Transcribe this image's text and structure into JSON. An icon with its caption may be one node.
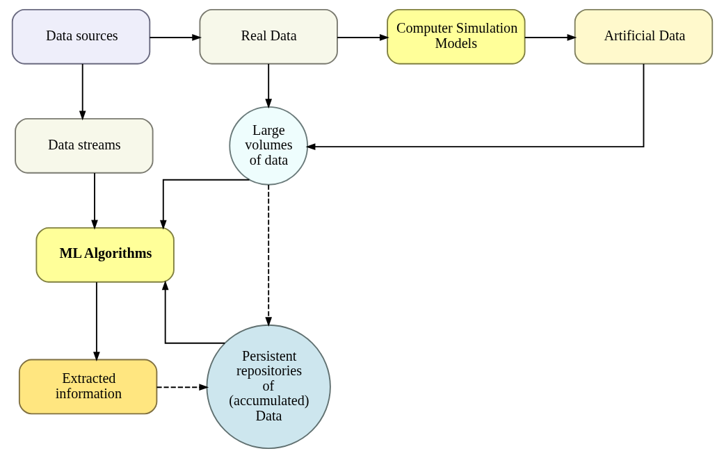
{
  "diagram": {
    "nodes": [
      {
        "text": [
          "Data sources"
        ]
      },
      {
        "text": [
          "Real Data"
        ]
      },
      {
        "text": [
          "Computer Simulation Models"
        ]
      },
      {
        "text": [
          "Artificial Data"
        ]
      },
      {
        "text": [
          "Data streams"
        ]
      },
      {
        "text": [
          "Large volumes of data"
        ]
      },
      {
        "text": [
          "ML Algorithms"
        ]
      },
      {
        "text": [
          "Extracted information"
        ]
      },
      {
        "text": [
          "Persistent repositories of (accumulated) Data"
        ]
      }
    ],
    "edges": [
      {
        "from": 0,
        "to": 1,
        "arrow": "to"
      },
      {
        "from": 1,
        "to": 2,
        "arrow": "to"
      },
      {
        "from": 2,
        "to": 3,
        "arrow": "to"
      },
      {
        "from": 0,
        "to": 4,
        "arrow": "to"
      },
      {
        "from": 1,
        "to": 5,
        "arrow": "to"
      },
      {
        "from": 3,
        "to": 5,
        "arrow": "to"
      },
      {
        "from": 4,
        "to": 6,
        "arrow": "to"
      },
      {
        "from": 5,
        "to": 6,
        "arrow": "to"
      },
      {
        "from": 8,
        "to": 6,
        "arrow": "to"
      },
      {
        "from": 6,
        "to": 7,
        "arrow": "to"
      },
      {
        "from": 5,
        "to": 8,
        "arrow": "to",
        "style": "dashed"
      },
      {
        "from": 7,
        "to": 8,
        "arrow": "to",
        "style": "dashed"
      }
    ]
  }
}
